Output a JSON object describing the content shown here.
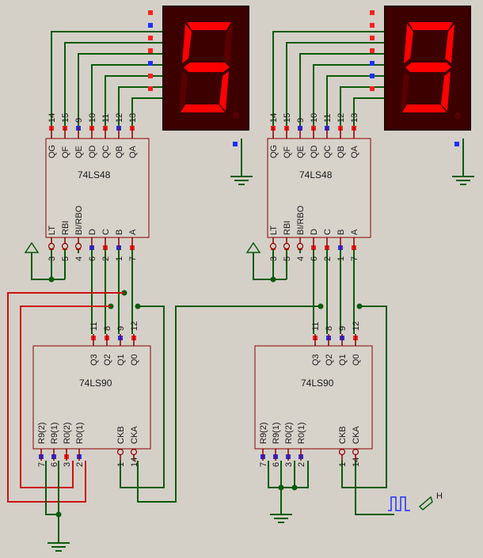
{
  "left_decoder": {
    "name": "74LS48",
    "top_pins": [
      "QG",
      "QF",
      "QE",
      "QD",
      "QC",
      "QB",
      "QA"
    ],
    "top_nums": [
      "14",
      "15",
      "9",
      "10",
      "11",
      "12",
      "13"
    ],
    "bottom_pins": [
      "LT",
      "RBI",
      "BI/RBO",
      "D",
      "C",
      "B",
      "A"
    ],
    "bottom_nums": [
      "3",
      "5",
      "4",
      "6",
      "2",
      "1",
      "7"
    ]
  },
  "right_decoder": {
    "name": "74LS48",
    "top_pins": [
      "QG",
      "QF",
      "QE",
      "QD",
      "QC",
      "QB",
      "QA"
    ],
    "top_nums": [
      "14",
      "15",
      "9",
      "10",
      "11",
      "12",
      "13"
    ],
    "bottom_pins": [
      "LT",
      "RBI",
      "BI/RBO",
      "D",
      "C",
      "B",
      "A"
    ],
    "bottom_nums": [
      "3",
      "5",
      "4",
      "6",
      "2",
      "1",
      "7"
    ]
  },
  "left_counter": {
    "name": "74LS90",
    "top_pins": [
      "Q3",
      "Q2",
      "Q1",
      "Q0"
    ],
    "top_nums": [
      "11",
      "8",
      "9",
      "12"
    ],
    "bottom_pins": [
      "R9(2)",
      "R9(1)",
      "R0(2)",
      "R0(1)",
      "CKB",
      "CKA"
    ],
    "bottom_nums": [
      "7",
      "6",
      "3",
      "2",
      "1",
      "14"
    ]
  },
  "right_counter": {
    "name": "74LS90",
    "top_pins": [
      "Q3",
      "Q2",
      "Q1",
      "Q0"
    ],
    "top_nums": [
      "11",
      "8",
      "9",
      "12"
    ],
    "bottom_pins": [
      "R9(2)",
      "R9(1)",
      "R0(2)",
      "R0(1)",
      "CKB",
      "CKA"
    ],
    "bottom_nums": [
      "7",
      "6",
      "3",
      "2",
      "1",
      "14"
    ]
  },
  "left_display": {
    "digit": 5
  },
  "right_display": {
    "digit": 9
  },
  "clock_label": "H",
  "colors": {
    "wire": "#0a5c0a",
    "reset_wire": "#cc1111",
    "segment_on": "#ff0000",
    "pin_high": "#ff2020",
    "pin_low": "#2030ff"
  }
}
